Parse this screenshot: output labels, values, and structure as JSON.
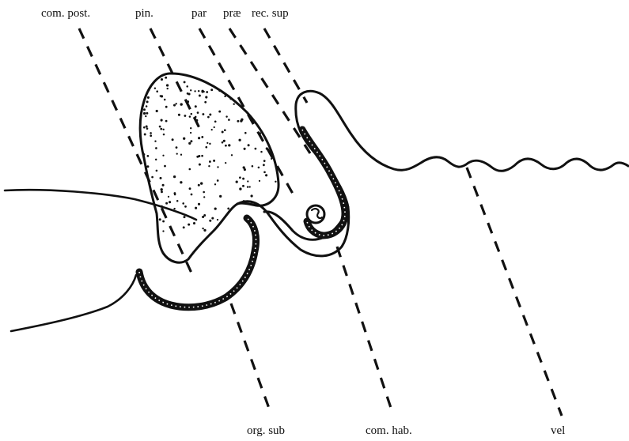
{
  "figure": {
    "labels": {
      "com_post": "com. post.",
      "pin": "pin.",
      "par": "par",
      "prae": "præ",
      "rec_sup": "rec. sup",
      "org_sub": "org. sub",
      "com_hab": "com. hab.",
      "vel": "vel"
    },
    "ink_color": "#111111",
    "background_color": "#ffffff"
  }
}
